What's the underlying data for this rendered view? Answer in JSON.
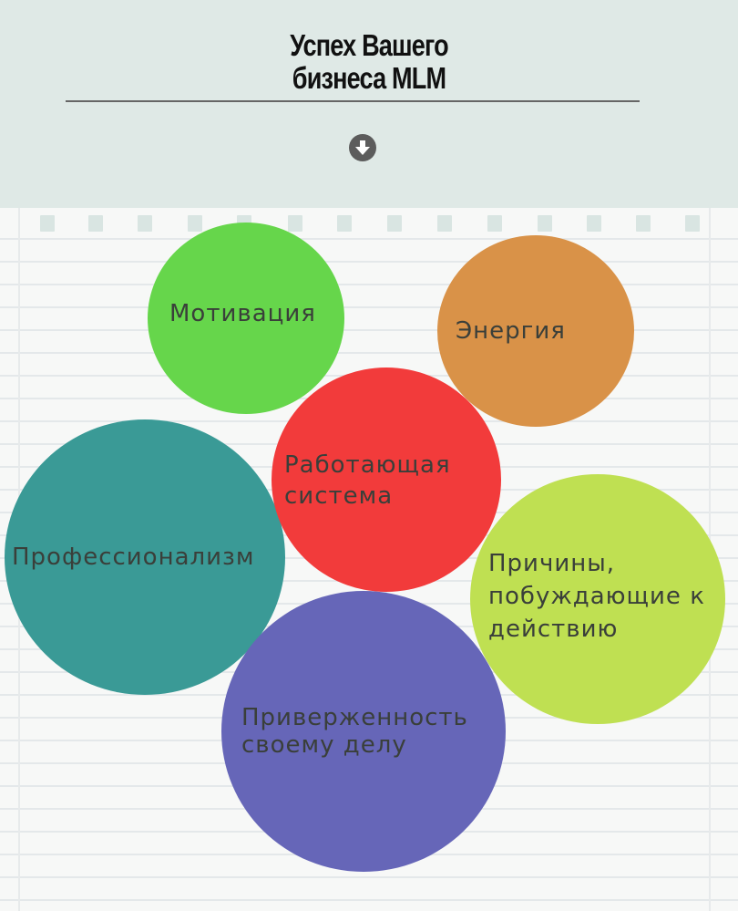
{
  "header": {
    "title_line1": "Успех Вашего",
    "title_line2": "бизнеса MLM",
    "arrow_icon": "arrow-down-circle-icon"
  },
  "diagram": {
    "motivation": {
      "label": "Мотивация",
      "color": "#66d64b"
    },
    "energy": {
      "label": "Энергия",
      "color": "#d99248"
    },
    "system": {
      "label": "Работающая\nсистема",
      "color": "#f23b3b"
    },
    "professionalism": {
      "label": "Профессионализм",
      "color": "#3a9a96"
    },
    "reasons": {
      "label": "Причины,\nпобуждающие к\nдействию",
      "color": "#bfe052"
    },
    "commitment": {
      "label": "Приверженность\nсвоему делу",
      "color": "#6666b8"
    }
  }
}
